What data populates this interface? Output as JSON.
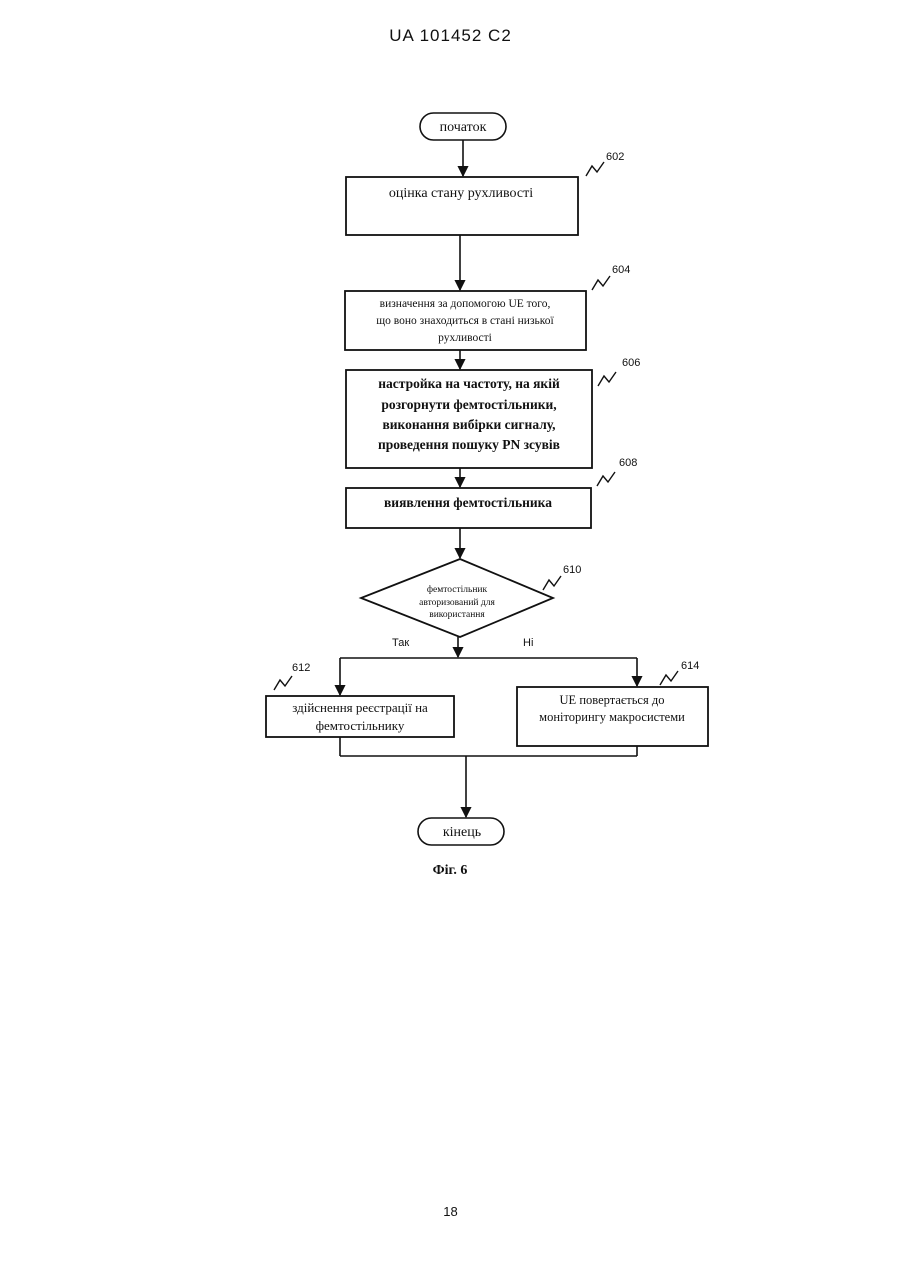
{
  "header": {
    "doc_id": "UA   101452   C2"
  },
  "footer": {
    "page_number": "18"
  },
  "figure_caption": "Фіг. 6",
  "flow": {
    "start": "початок",
    "end": "кінець",
    "steps": [
      {
        "ref": "602",
        "lines": [
          "оцінка стану рухливості"
        ]
      },
      {
        "ref": "604",
        "lines": [
          "визначення за допомогою UE того,",
          "що воно знаходиться в стані низької",
          "рухливості"
        ]
      },
      {
        "ref": "606",
        "lines": [
          "настройка на частоту, на якій",
          "розгорнути фемтостільники,",
          "виконання вибірки сигналу,",
          "проведення пошуку PN зсувів"
        ]
      },
      {
        "ref": "608",
        "lines": [
          "виявлення фемтостільника"
        ]
      }
    ],
    "decision": {
      "ref": "610",
      "lines": [
        "фемтостільник",
        "авторизований для",
        "використання"
      ],
      "yes": "Так",
      "no": "Ні"
    },
    "branch_yes": {
      "ref": "612",
      "lines": [
        "здійснення реєстрації на",
        "фемтостільнику"
      ]
    },
    "branch_no": {
      "ref": "614",
      "lines": [
        "UE повертається до",
        "моніторингу макросистеми"
      ]
    }
  }
}
